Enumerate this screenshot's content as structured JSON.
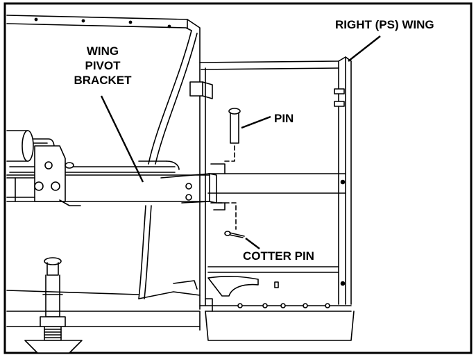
{
  "labels": {
    "right_wing": "RIGHT (PS) WING",
    "bracket_line1": "WING",
    "bracket_line2": "PIVOT",
    "bracket_line3": "BRACKET",
    "pin": "PIN",
    "cotter_pin": "COTTER PIN"
  }
}
